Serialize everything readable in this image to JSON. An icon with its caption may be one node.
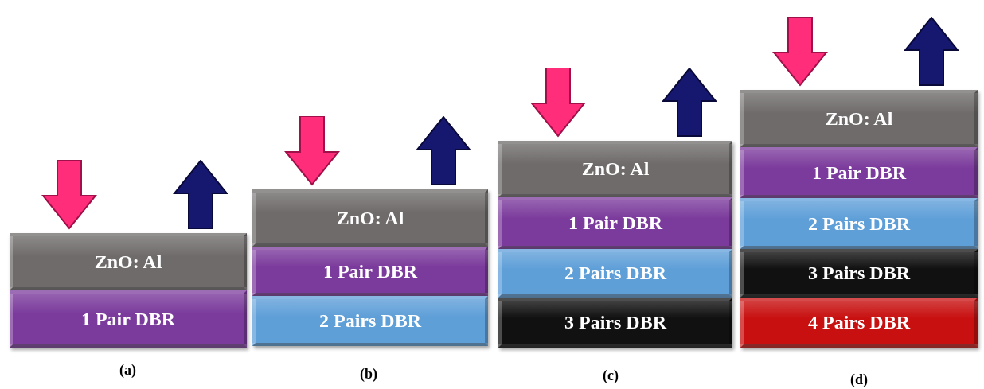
{
  "diagram": {
    "nodes": [
      {
        "text": [
          "ZnO: Al"
        ]
      },
      {
        "text": [
          "1 Pair DBR"
        ]
      },
      {
        "text": [
          "ZnO: Al"
        ]
      },
      {
        "text": [
          "1 Pair DBR"
        ]
      },
      {
        "text": [
          "2 Pairs DBR"
        ]
      },
      {
        "text": [
          "ZnO: Al"
        ]
      },
      {
        "text": [
          "1 Pair DBR"
        ]
      },
      {
        "text": [
          "2 Pairs DBR"
        ]
      },
      {
        "text": [
          "3 Pairs DBR"
        ]
      },
      {
        "text": [
          "ZnO: Al"
        ]
      },
      {
        "text": [
          "1 Pair DBR"
        ]
      },
      {
        "text": [
          "2 Pairs DBR"
        ]
      },
      {
        "text": [
          "3 Pairs DBR"
        ]
      },
      {
        "text": [
          "4 Pairs DBR"
        ]
      }
    ],
    "edges": [
      {
        "from": null,
        "to": 0,
        "arrow": "to"
      },
      {
        "from": 0,
        "to": null,
        "arrow": "to"
      },
      {
        "from": null,
        "to": 2,
        "arrow": "to"
      },
      {
        "from": 2,
        "to": null,
        "arrow": "to"
      },
      {
        "from": null,
        "to": 5,
        "arrow": "to"
      },
      {
        "from": 5,
        "to": null,
        "arrow": "to"
      },
      {
        "from": null,
        "to": 9,
        "arrow": "to"
      },
      {
        "from": 9,
        "to": null,
        "arrow": "to"
      }
    ],
    "labels": [
      "(a)",
      "(b)",
      "(c)",
      "(d)"
    ]
  }
}
